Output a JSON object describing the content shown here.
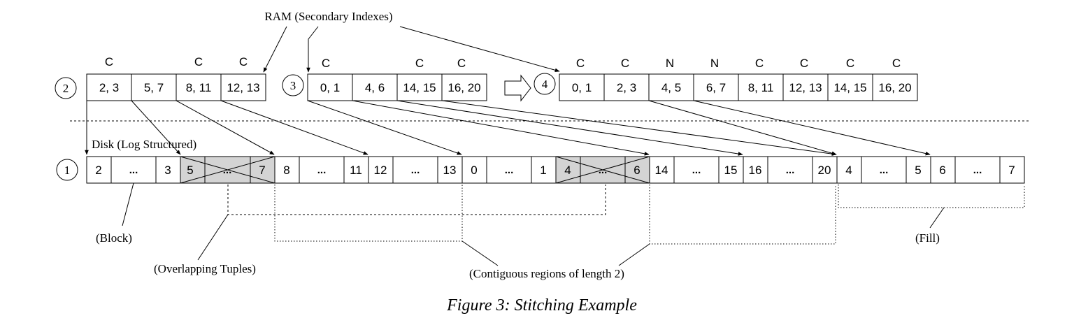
{
  "labels": {
    "ram": "RAM (Secondary Indexes)",
    "disk": "Disk (Log Structured)",
    "block": "(Block)",
    "overlapping": "(Overlapping Tuples)",
    "contiguous": "(Contiguous regions of length 2)",
    "fill": "(Fill)",
    "caption": "Figure 3: Stitching Example"
  },
  "circles": {
    "c1": "1",
    "c2": "2",
    "c3": "3",
    "c4": "4"
  },
  "index2": {
    "cells": [
      "2, 3",
      "5, 7",
      "8, 11",
      "12, 13"
    ],
    "flags": [
      "C",
      "",
      "C",
      "C"
    ]
  },
  "index3": {
    "cells": [
      "0, 1",
      "4, 6",
      "14, 15",
      "16, 20"
    ],
    "flags": [
      "C",
      "",
      "C",
      "C"
    ]
  },
  "index4": {
    "cells": [
      "0, 1",
      "2, 3",
      "4, 5",
      "6, 7",
      "8, 11",
      "12, 13",
      "14, 15",
      "16, 20"
    ],
    "flags": [
      "C",
      "C",
      "N",
      "N",
      "C",
      "C",
      "C",
      "C"
    ]
  },
  "disk": {
    "cells": [
      "2",
      "...",
      "3",
      "5",
      "...",
      "7",
      "8",
      "...",
      "11",
      "12",
      "...",
      "13",
      "0",
      "...",
      "1",
      "4",
      "...",
      "6",
      "14",
      "...",
      "15",
      "16",
      "...",
      "20",
      "4",
      "...",
      "5",
      "6",
      "...",
      "7"
    ],
    "shaded_groups": [
      1,
      5
    ]
  }
}
